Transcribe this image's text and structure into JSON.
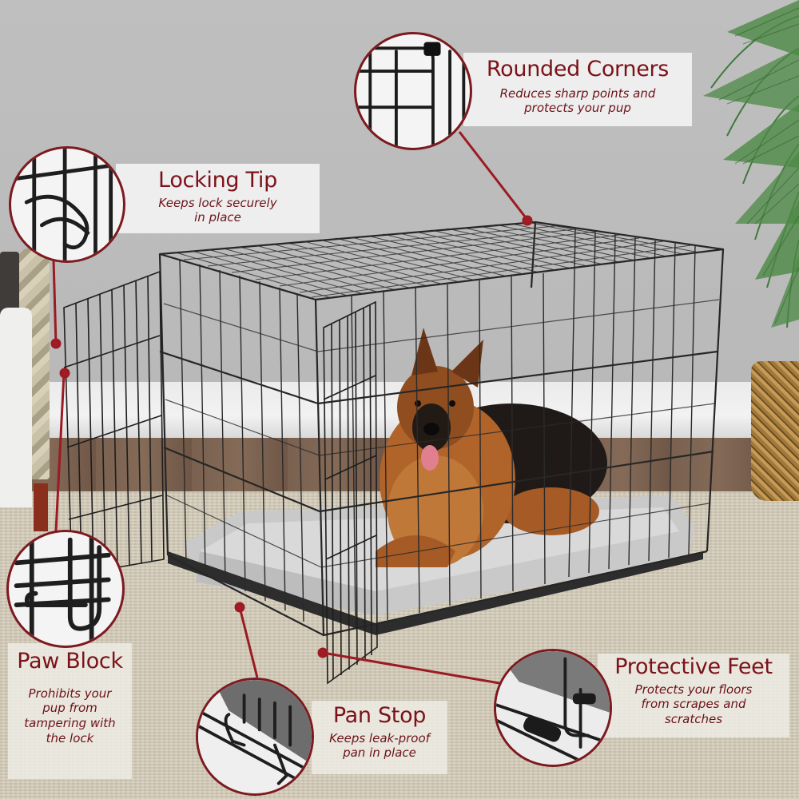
{
  "image": {
    "subject": "Double-door folding wire dog crate with a German Shepherd lying on a gray bolster bed",
    "accent_color": "#7c1219",
    "lens_border_color": "#7c1a1f"
  },
  "callouts": [
    {
      "id": "rounded-corners",
      "title": "Rounded Corners",
      "description_lines": [
        "Reduces sharp points and",
        "protects your pup"
      ]
    },
    {
      "id": "locking-tip",
      "title": "Locking Tip",
      "description_lines": [
        "Keeps lock securely",
        "in place"
      ]
    },
    {
      "id": "paw-block",
      "title": "Paw Block",
      "description_lines": [
        "Prohibits your",
        "pup from",
        "tampering with",
        "the lock"
      ]
    },
    {
      "id": "pan-stop",
      "title": "Pan Stop",
      "description_lines": [
        "Keeps leak-proof",
        "pan in place"
      ]
    },
    {
      "id": "protective-feet",
      "title": "Protective Feet",
      "description_lines": [
        "Protects your floors",
        "from scrapes and",
        "scratches"
      ]
    }
  ]
}
